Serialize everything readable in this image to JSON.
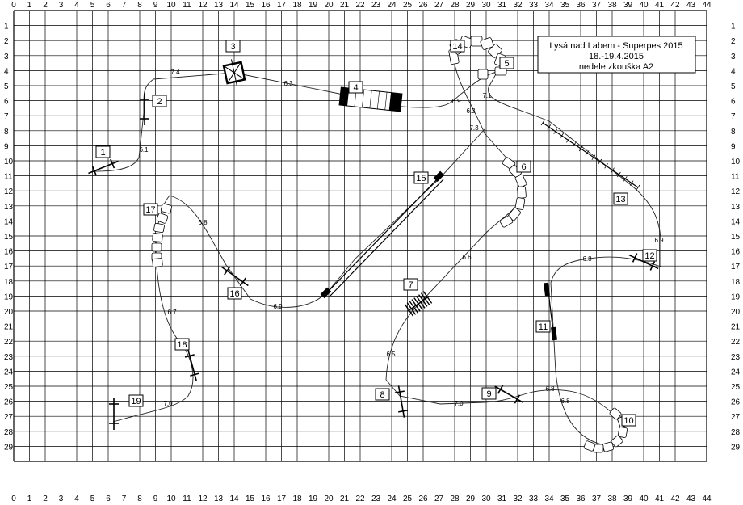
{
  "title_box": {
    "line1": "Lysá nad Labem - Superpes 2015",
    "line2": "18.-19.4.2015",
    "line3": "nedele zkouška A2"
  },
  "grid": {
    "x_labels": [
      "0",
      "1",
      "2",
      "3",
      "4",
      "5",
      "6",
      "7",
      "8",
      "9",
      "10",
      "11",
      "12",
      "13",
      "14",
      "15",
      "16",
      "17",
      "18",
      "19",
      "20",
      "21",
      "22",
      "23",
      "24",
      "25",
      "26",
      "27",
      "28",
      "29",
      "30",
      "31",
      "32",
      "33",
      "34",
      "35",
      "36",
      "37",
      "38",
      "39",
      "40",
      "41",
      "42",
      "43",
      "44"
    ],
    "y_labels": [
      "1",
      "2",
      "3",
      "4",
      "5",
      "6",
      "7",
      "8",
      "9",
      "10",
      "11",
      "12",
      "13",
      "14",
      "15",
      "16",
      "17",
      "18",
      "19",
      "20",
      "21",
      "22",
      "23",
      "24",
      "25",
      "26",
      "27",
      "28",
      "29"
    ]
  },
  "obstacles": [
    {
      "number": "1",
      "type": "hurdle"
    },
    {
      "number": "2",
      "type": "hurdle"
    },
    {
      "number": "3",
      "type": "table"
    },
    {
      "number": "4",
      "type": "tunnel"
    },
    {
      "number": "5",
      "type": "tunnel"
    },
    {
      "number": "6",
      "type": "tunnel"
    },
    {
      "number": "7",
      "type": "weave"
    },
    {
      "number": "8",
      "type": "hurdle"
    },
    {
      "number": "9",
      "type": "hurdle"
    },
    {
      "number": "10",
      "type": "tunnel"
    },
    {
      "number": "11",
      "type": "seesaw"
    },
    {
      "number": "12",
      "type": "hurdle"
    },
    {
      "number": "13",
      "type": "dogwalk"
    },
    {
      "number": "14",
      "type": "tunnel"
    },
    {
      "number": "15",
      "type": "dogwalk"
    },
    {
      "number": "16",
      "type": "hurdle"
    },
    {
      "number": "17",
      "type": "tunnel"
    },
    {
      "number": "18",
      "type": "hurdle"
    },
    {
      "number": "19",
      "type": "hurdle"
    }
  ],
  "distances": [
    "6.1",
    "7.4",
    "6.3",
    "6.9",
    "6.3",
    "7.1",
    "7.3",
    "6.6",
    "6.5",
    "7.0",
    "6.8",
    "6.8",
    "6.8",
    "6.9",
    "6.8",
    "6.9",
    "6.7",
    "7.0"
  ]
}
